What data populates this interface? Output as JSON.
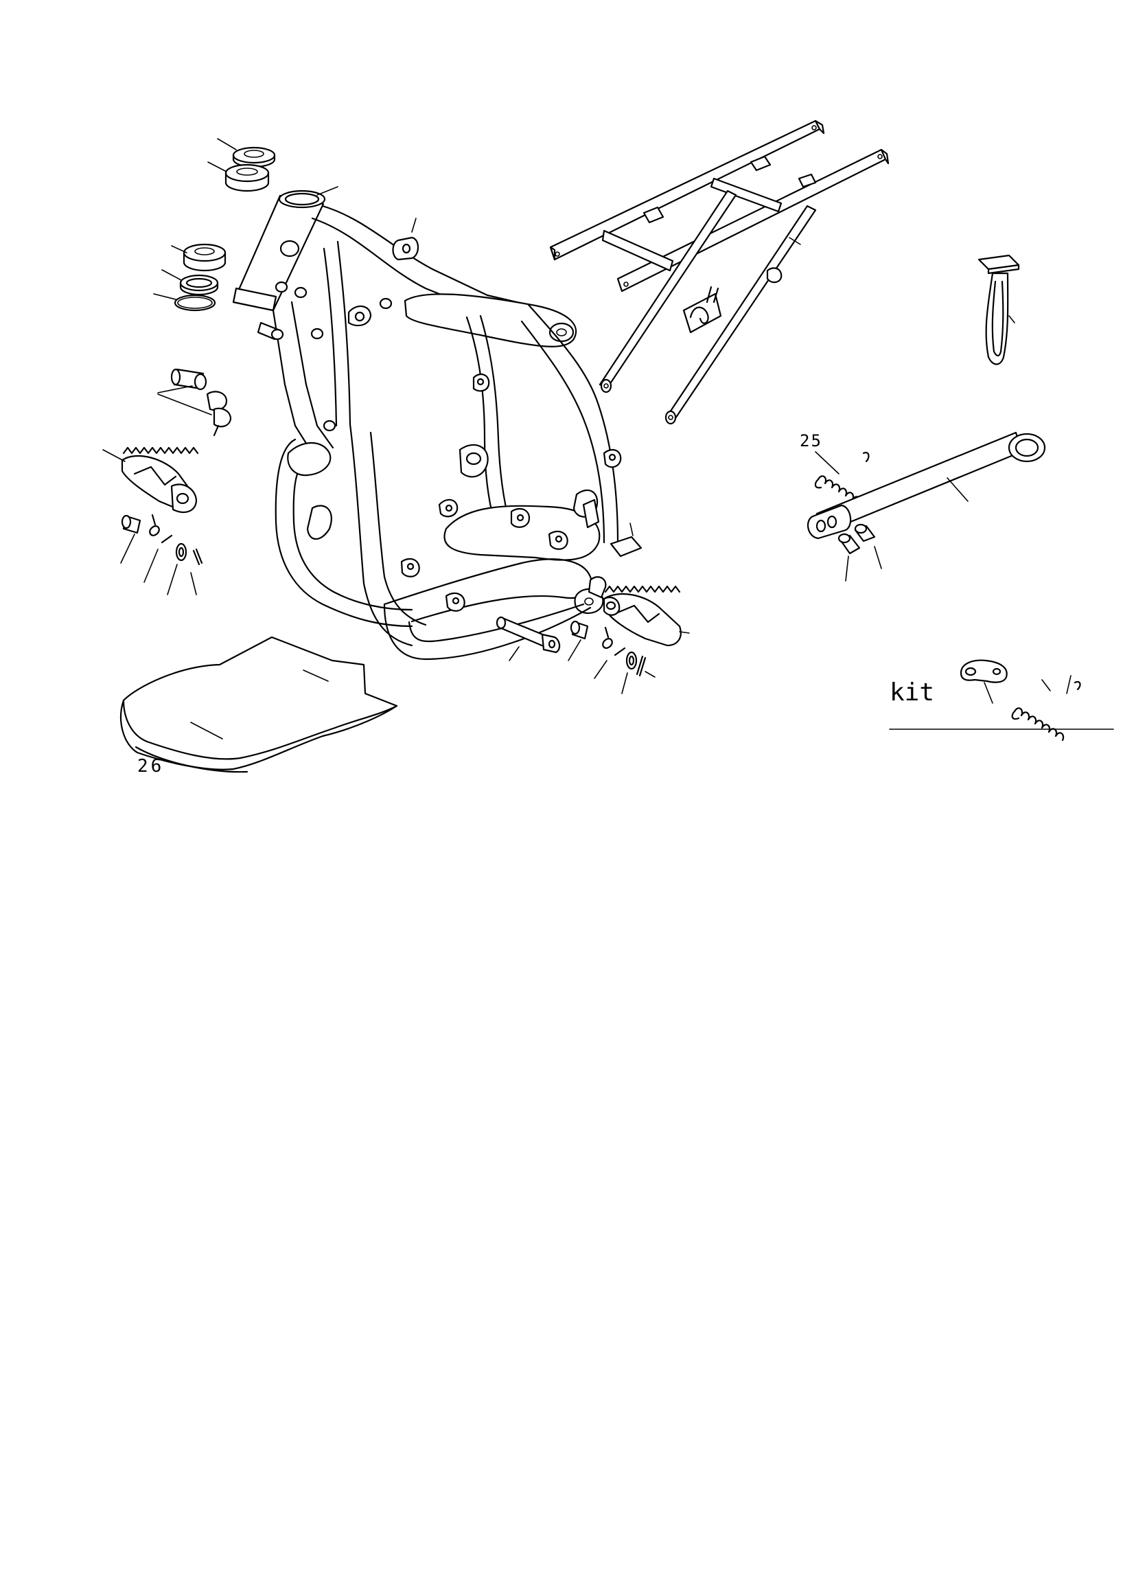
{
  "diagram": {
    "labels": {
      "spring_part": "25",
      "skid_plate": "26",
      "kit": "kit"
    }
  }
}
